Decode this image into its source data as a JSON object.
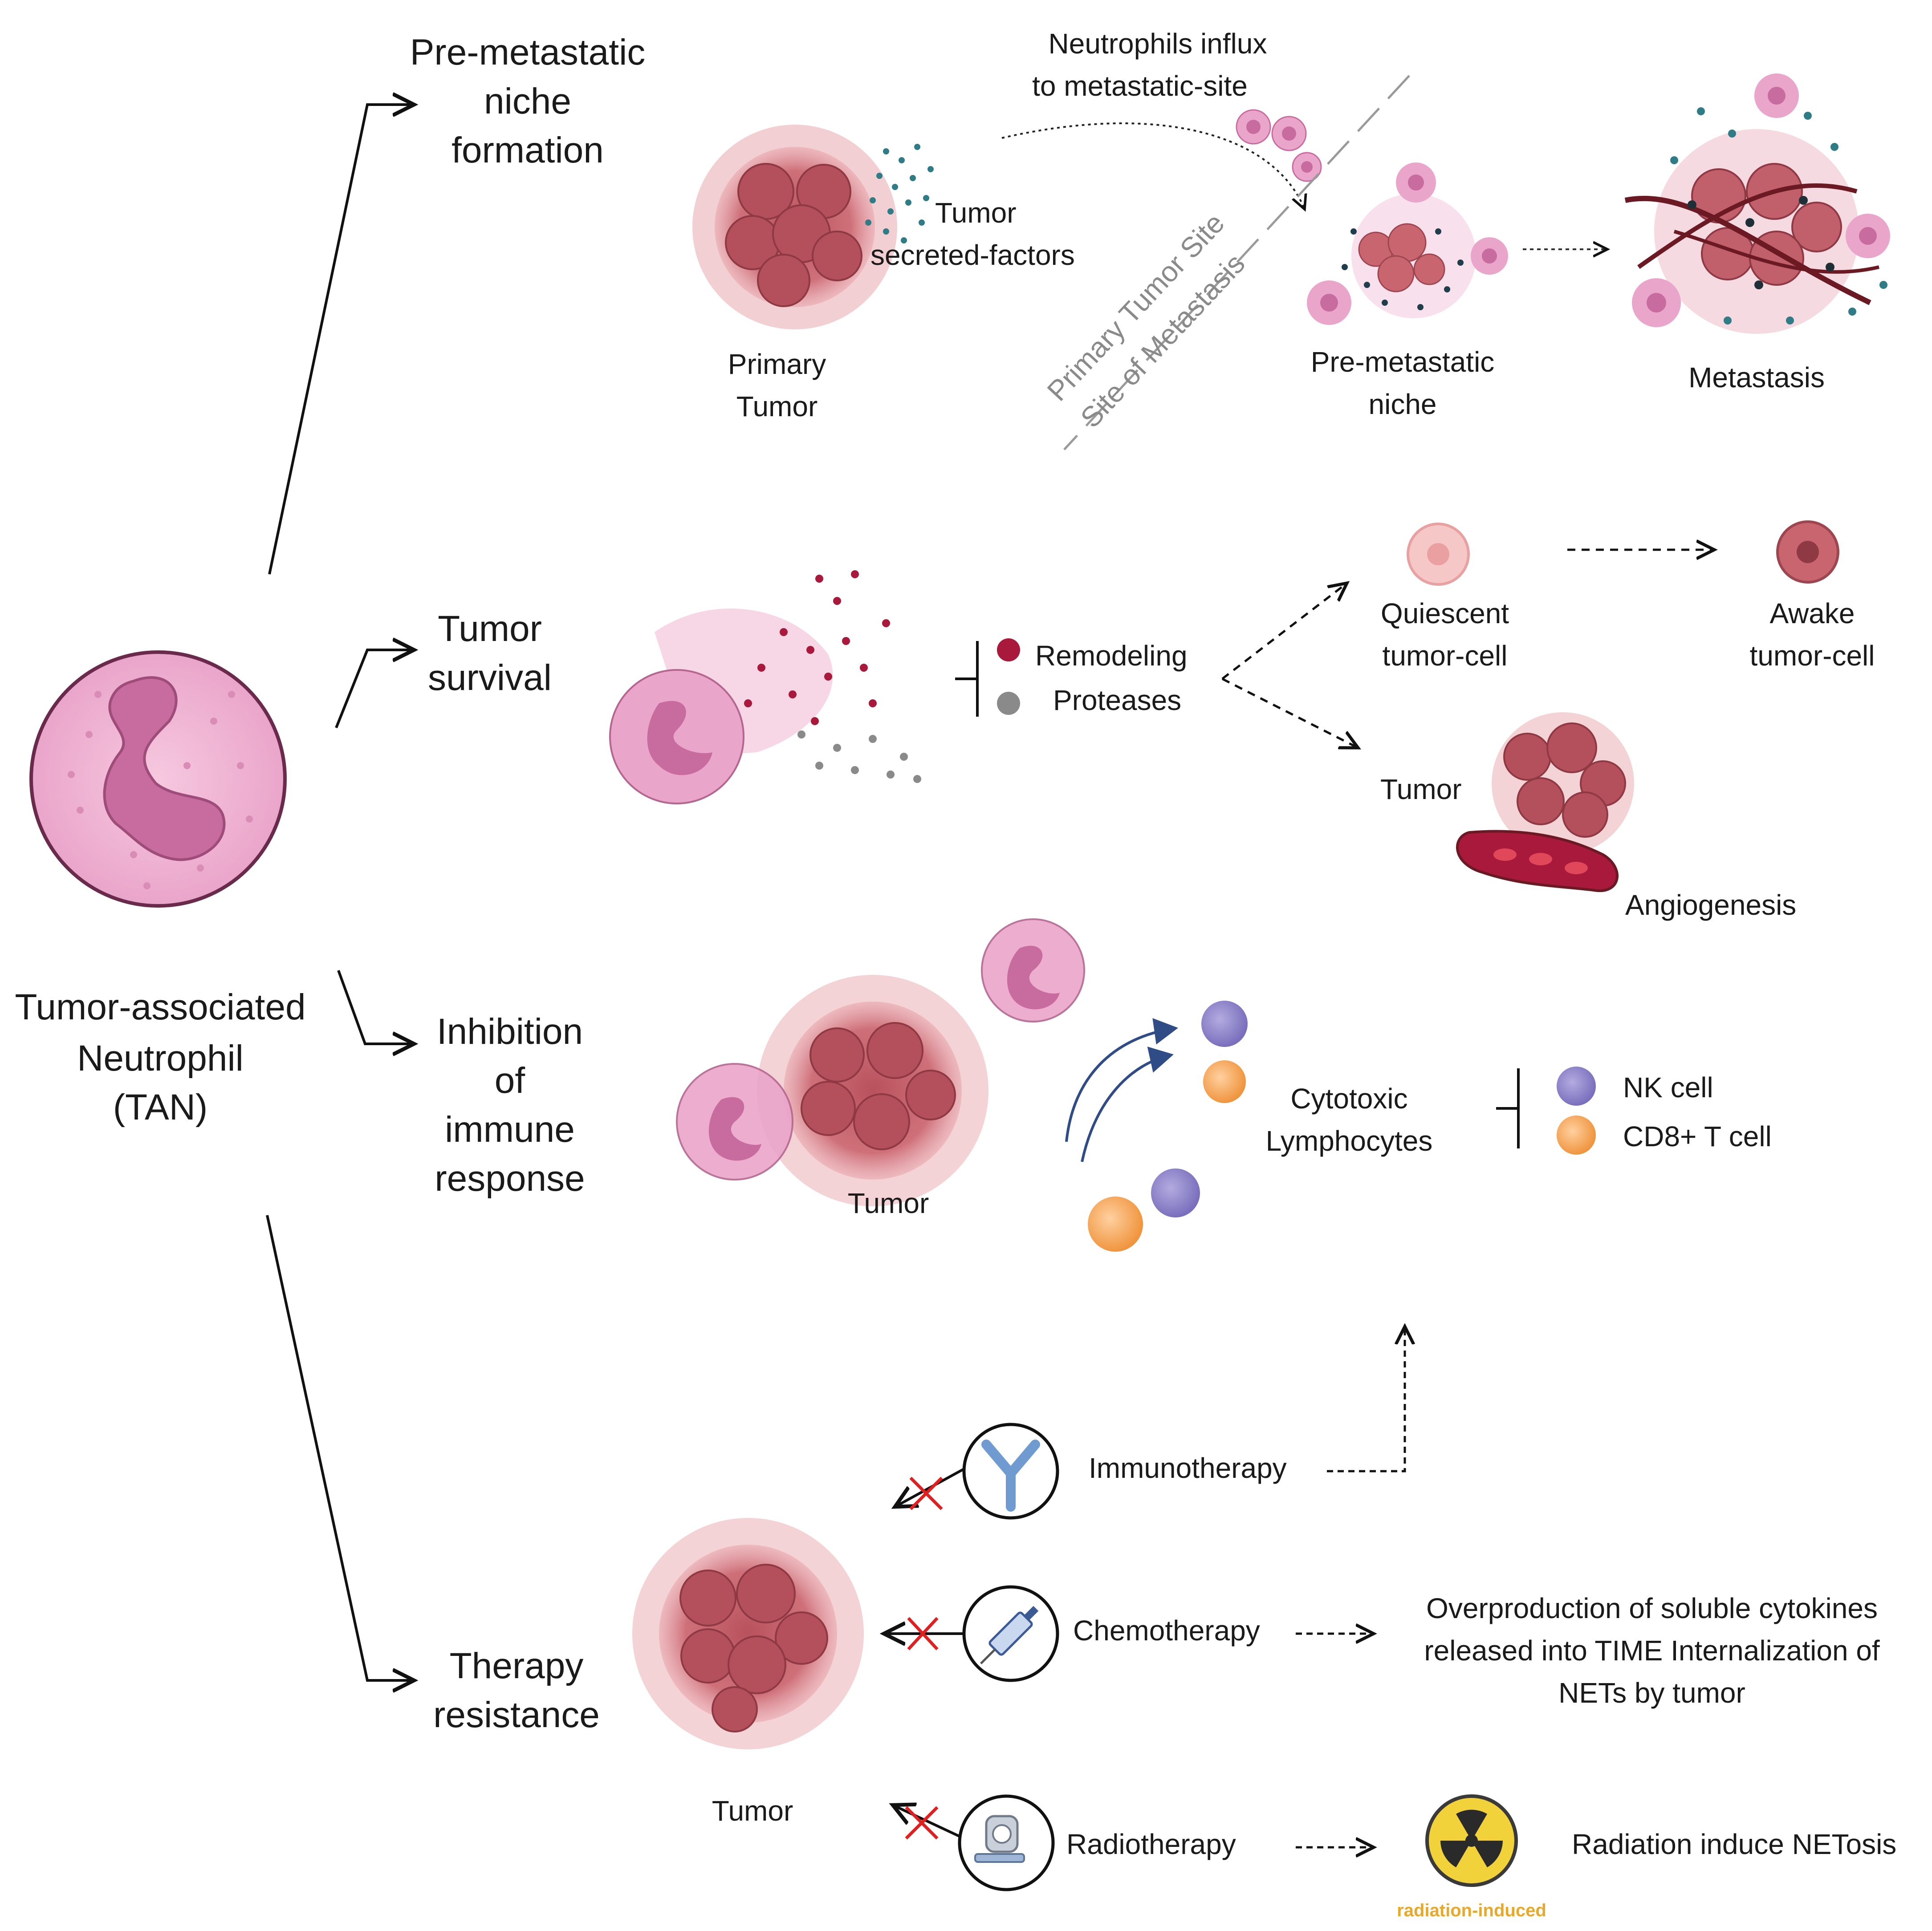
{
  "central": {
    "lines": [
      "Tumor-associated",
      "Neutrophil",
      "(TAN)"
    ]
  },
  "branches": {
    "premetastatic": {
      "title": [
        "Pre-metastatic",
        "niche",
        "formation"
      ]
    },
    "survival": {
      "title": [
        "Tumor",
        "survival"
      ]
    },
    "inhibition": {
      "title": [
        "Inhibition",
        "of",
        "immune",
        "response"
      ]
    },
    "therapy": {
      "title": [
        "Therapy",
        "resistance"
      ]
    }
  },
  "premetastatic": {
    "influx": [
      "Neutrophils influx",
      "to metastatic-site"
    ],
    "secreted": [
      "Tumor",
      "secreted-factors"
    ],
    "primary": [
      "Primary",
      "Tumor"
    ],
    "site_primary": "Primary Tumor Site",
    "site_metastasis": "Site of Metastasis",
    "niche": [
      "Pre-metastatic",
      "niche"
    ],
    "metastasis": "Metastasis"
  },
  "survival": {
    "legend": [
      "Remodeling",
      "Proteases"
    ],
    "quiescent": [
      "Quiescent",
      "tumor-cell"
    ],
    "awake": [
      "Awake",
      "tumor-cell"
    ],
    "tumor": "Tumor",
    "angiogenesis": "Angiogenesis"
  },
  "inhibition": {
    "tumor": "Tumor",
    "cytotoxic": [
      "Cytotoxic",
      "Lymphocytes"
    ],
    "nk": "NK cell",
    "cd8": "CD8+ T cell"
  },
  "therapy": {
    "tumor": "Tumor",
    "immunotherapy": "Immunotherapy",
    "chemotherapy": "Chemotherapy",
    "chemo_effect": [
      "Overproduction of soluble cytokines",
      "released into TIME  Internalization of",
      "NETs by tumor"
    ],
    "radiotherapy": "Radiotherapy",
    "radio_effect": "Radiation induce NETosis",
    "radiation_icon_label": "radiation-induced"
  },
  "colors": {
    "neutrophil": "#f0b8d6",
    "nucleus": "#c96a9f",
    "tumor": "#c9656f",
    "nk": "#8d82c8",
    "cd8": "#f3a35c",
    "radiation": "#f2d23a",
    "inhibit_x": "#e02020"
  }
}
